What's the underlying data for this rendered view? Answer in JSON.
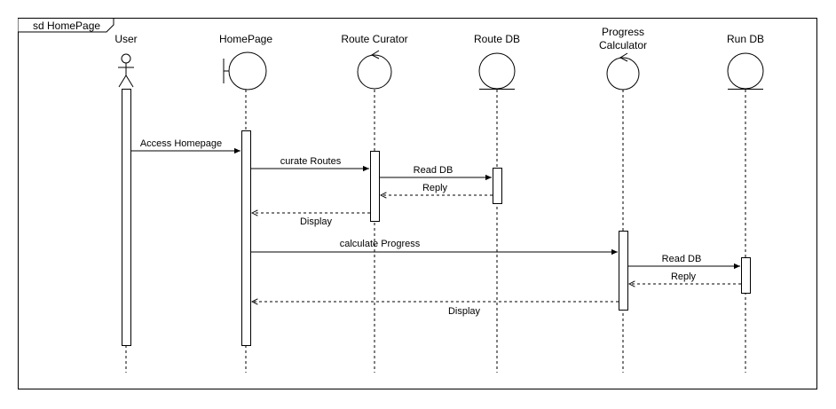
{
  "frame": {
    "label": "sd HomePage"
  },
  "participants": {
    "user": {
      "label": "User",
      "kind": "actor"
    },
    "homepage": {
      "label": "HomePage",
      "kind": "boundary"
    },
    "route_curator": {
      "label": "Route Curator",
      "kind": "control"
    },
    "route_db": {
      "label": "Route DB",
      "kind": "entity"
    },
    "progress_calculator": {
      "label_line1": "Progress",
      "label_line2": "Calculator",
      "kind": "control"
    },
    "run_db": {
      "label": "Run DB",
      "kind": "entity"
    }
  },
  "messages": {
    "access_homepage": {
      "label": "Access Homepage",
      "from": "User",
      "to": "HomePage",
      "type": "sync"
    },
    "curate_routes": {
      "label": "curate Routes",
      "from": "HomePage",
      "to": "Route Curator",
      "type": "sync"
    },
    "read_db_route": {
      "label": "Read DB",
      "from": "Route Curator",
      "to": "Route DB",
      "type": "sync"
    },
    "reply_route": {
      "label": "Reply",
      "from": "Route DB",
      "to": "Route Curator",
      "type": "return"
    },
    "display_routes": {
      "label": "Display",
      "from": "Route Curator",
      "to": "HomePage",
      "type": "return"
    },
    "calculate_progress": {
      "label": "calculate Progress",
      "from": "HomePage",
      "to": "Progress Calculator",
      "type": "sync"
    },
    "read_db_run": {
      "label": "Read DB",
      "from": "Progress Calculator",
      "to": "Run DB",
      "type": "sync"
    },
    "reply_run": {
      "label": "Reply",
      "from": "Run DB",
      "to": "Progress Calculator",
      "type": "return"
    },
    "display_progress": {
      "label": "Display",
      "from": "Progress Calculator",
      "to": "HomePage",
      "type": "return"
    }
  },
  "colors": {
    "line": "#000000",
    "background": "#ffffff"
  }
}
